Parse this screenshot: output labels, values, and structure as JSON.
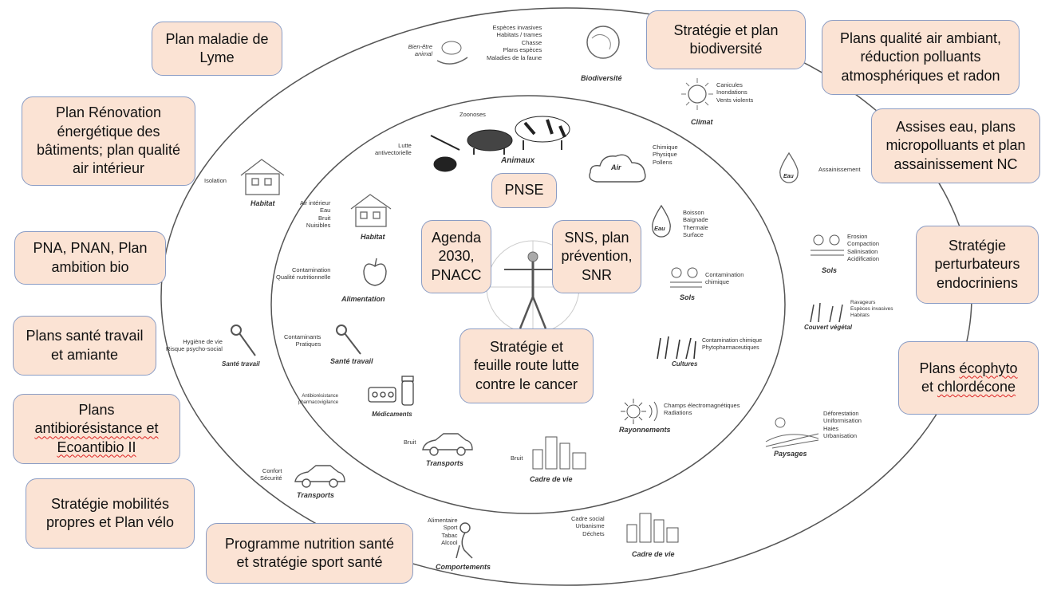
{
  "boxes": {
    "lyme": {
      "lines": [
        "Plan maladie de",
        "Lyme"
      ]
    },
    "renovation": {
      "lines": [
        "Plan Rénovation",
        "énergétique des",
        "bâtiments; plan qualité",
        "air intérieur"
      ]
    },
    "pna": {
      "lines": [
        "PNA, PNAN, Plan",
        "ambition bio"
      ]
    },
    "sante_travail": {
      "lines": [
        "Plans santé travail",
        "et  amiante"
      ]
    },
    "antibio": {
      "lines": [
        "Plans",
        "antibiorésistance et",
        "Ecoantibio II"
      ]
    },
    "mobilites": {
      "lines": [
        "Stratégie mobilités",
        "propres et Plan vélo"
      ]
    },
    "nutrition": {
      "lines": [
        "Programme nutrition santé",
        "et stratégie sport santé"
      ]
    },
    "biodiversite": {
      "lines": [
        "Stratégie et plan",
        "biodiversité"
      ]
    },
    "air_ambiant": {
      "lines": [
        "Plans qualité air ambiant,",
        "réduction polluants",
        "atmosphériques et radon"
      ]
    },
    "eau": {
      "lines": [
        "Assises eau, plans",
        "micropolluants et plan",
        "assainissement NC"
      ]
    },
    "perturbateurs": {
      "lines": [
        "Stratégie",
        "perturbateurs",
        "endocriniens"
      ]
    },
    "ecophyto": {
      "lines": [
        "Plans écophyto",
        "et chlordécone"
      ]
    },
    "pnse": {
      "lines": [
        "PNSE"
      ]
    },
    "agenda": {
      "lines": [
        "Agenda",
        "2030,",
        "PNACC"
      ]
    },
    "sns": {
      "lines": [
        "SNS, plan",
        "prévention,",
        "SNR"
      ]
    },
    "cancer": {
      "lines": [
        "Stratégie et",
        "feuille route lutte",
        "contre le cancer"
      ]
    }
  },
  "outer": {
    "bien_etre": "Bien-être animal",
    "biodiversite_items": [
      "Espèces invasives",
      "Habitats / trames",
      "Chasse",
      "Plans espèces",
      "Maladies de la faune"
    ],
    "biodiversite_title": "Biodiversité",
    "climat_items": [
      "Canicules",
      "Inondations",
      "Vents violents"
    ],
    "climat_title": "Climat",
    "eau_item": "Assainissement",
    "eau_title": "Eau",
    "sols_items": [
      "Erosion",
      "Compaction",
      "Salinisation",
      "Acidification"
    ],
    "sols_title": "Sols",
    "couvert_items": [
      "Ravageurs",
      "Espèces invasives",
      "Habitats"
    ],
    "couvert_title": "Couvert végétal",
    "paysages_items": [
      "Déforestation",
      "Uniformisation",
      "Haies",
      "Urbanisation"
    ],
    "paysages_title": "Paysages",
    "cadre_items": [
      "Cadre social",
      "Urbanisme",
      "Déchets"
    ],
    "cadre_title": "Cadre de vie",
    "comport_items": [
      "Alimentaire",
      "Sport",
      "Tabac",
      "Alcool"
    ],
    "comport_title": "Comportements",
    "transports_items": [
      "Confort",
      "Sécurité"
    ],
    "transports_title": "Transports",
    "sante_items": [
      "Hygiène de vie",
      "Risque psycho-social"
    ],
    "sante_title": "Santé travail",
    "habitat_item": "Isolation",
    "habitat_title": "Habitat"
  },
  "inner": {
    "zoonoses": "Zoonoses",
    "animaux": "Animaux",
    "lutte": [
      "Lutte",
      "antivectorielle"
    ],
    "air_title": "Air",
    "air_items": [
      "Chimique",
      "Physique",
      "Pollens"
    ],
    "eau_title": "Eau",
    "eau_items": [
      "Boisson",
      "Baignade",
      "Thermale",
      "Surface"
    ],
    "sols_title": "Sols",
    "sols_items": [
      "Contamination",
      "chimique"
    ],
    "habitat_title": "Habitat",
    "habitat_items": [
      "Air intérieur",
      "Eau",
      "Bruit",
      "Nuisibles"
    ],
    "alim_title": "Alimentation",
    "alim_items": [
      "Contamination",
      "Qualité nutritionnelle"
    ],
    "sante_title": "Santé travail",
    "sante_items": [
      "Contaminants",
      "Pratiques"
    ],
    "medic_title": "Médicaments",
    "medic_items": [
      "Antibiorésistance",
      "pharmacovigilance"
    ],
    "cultures_title": "Cultures",
    "cultures_items": [
      "Contamination chimique",
      "Phytopharmaceutiques"
    ],
    "rayon_title": "Rayonnements",
    "rayon_items": [
      "Champs électromagnétiques",
      "Radiations"
    ],
    "transports_title": "Transports",
    "transports_item": "Bruit",
    "cadre_title": "Cadre de vie",
    "cadre_item": "Bruit"
  }
}
